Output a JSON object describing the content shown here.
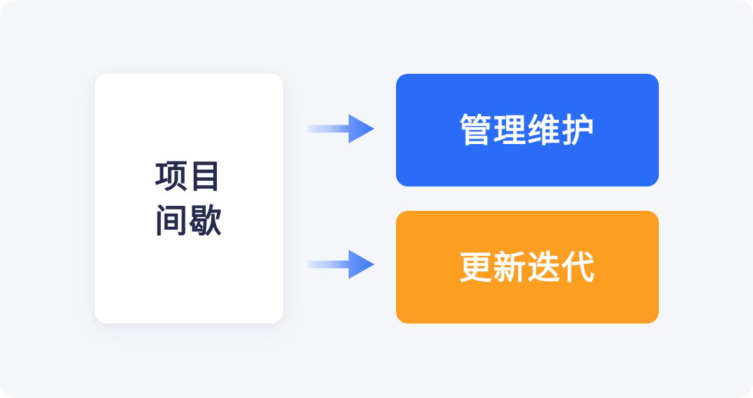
{
  "canvas": {
    "background_color": "#F5F6FA",
    "page_color": "#FFFFFF",
    "corner_radius": "22px"
  },
  "diagram": {
    "type": "flow",
    "title": "",
    "source": {
      "label_lines": [
        "项目",
        "间歇"
      ],
      "full_label": "项目间歇",
      "background_color": "#FFFFFF",
      "text_color": "#262B4E"
    },
    "connectors": [
      {
        "icon": "arrow-right-icon",
        "from": "项目间歇",
        "to": "管理维护",
        "gradient_start": "#FFFFFF",
        "gradient_end": "#3B76F6"
      },
      {
        "icon": "arrow-right-icon",
        "from": "项目间歇",
        "to": "更新迭代",
        "gradient_start": "#FFFFFF",
        "gradient_end": "#3B76F6"
      }
    ],
    "targets": [
      {
        "label": "管理维护",
        "background_color": "#2B6CF6",
        "text_color": "#FFFFFF"
      },
      {
        "label": "更新迭代",
        "background_color": "#FB9E21",
        "text_color": "#FFFFFF"
      }
    ]
  }
}
